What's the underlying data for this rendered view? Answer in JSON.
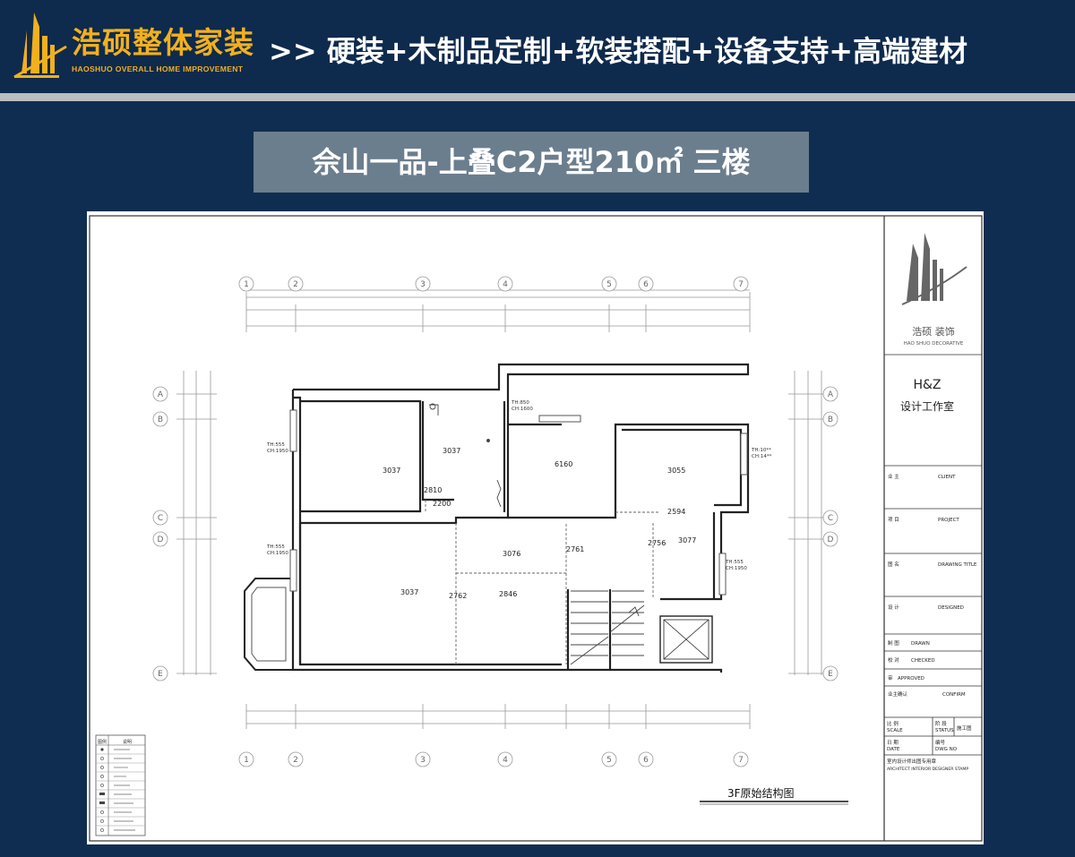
{
  "header": {
    "brand_cn": "浩硕整体家装",
    "brand_en": "HAOSHUO OVERALL HOME IMPROVEMENT",
    "slogan": ">> 硬装+木制品定制+软装搭配+设备支持+高端建材"
  },
  "title": "佘山一品-上叠C2户型210㎡ 三楼",
  "drawing": {
    "grid_labels_x": [
      "1",
      "2",
      "3",
      "4",
      "5",
      "6",
      "7"
    ],
    "grid_labels_y": [
      "A",
      "B",
      "C",
      "D",
      "E"
    ],
    "rooms": [
      {
        "area": "3037"
      },
      {
        "area": "3037"
      },
      {
        "area": "6160"
      },
      {
        "area": "3055"
      },
      {
        "area": "2810"
      },
      {
        "area": "2200"
      },
      {
        "area": "2594"
      },
      {
        "area": "3076"
      },
      {
        "area": "2761"
      },
      {
        "area": "2756"
      },
      {
        "area": "3077"
      },
      {
        "area": "3037"
      },
      {
        "area": "2762"
      },
      {
        "area": "2846"
      }
    ],
    "window_notes": [
      {
        "th": "TH:850",
        "ch": "CH:1600"
      },
      {
        "th": "TH:555",
        "ch": "CH:1950"
      },
      {
        "th": "TH:555",
        "ch": "CH:1950"
      },
      {
        "th": "TH:10**",
        "ch": "CH:14**"
      },
      {
        "th": "TH:555",
        "ch": "CH:1950"
      }
    ],
    "drawing_caption": "3F原始结构图",
    "legend_headers": [
      "图例",
      "说明"
    ]
  },
  "title_block": {
    "logo_cn": "浩硕 装饰",
    "logo_en": "HAO SHUO DECORATIVE",
    "studio": "H&Z",
    "studio_cn": "设计工作室",
    "fields": [
      {
        "cn": "业 主",
        "en": "CLIENT"
      },
      {
        "cn": "项 目",
        "en": "PROJECT"
      },
      {
        "cn": "图 名",
        "en": "DRAWING TITLE"
      },
      {
        "cn": "设 计",
        "en": "DESIGNED"
      },
      {
        "cn": "制 图",
        "en": "DRAWN"
      },
      {
        "cn": "校 对",
        "en": "CHECKED"
      },
      {
        "cn": "审",
        "en": "APPROVED"
      },
      {
        "cn": "业主确认",
        "en": "CONFIRM"
      }
    ],
    "scale_cn": "比 例",
    "scale_en": "SCALE",
    "status_cn": "阶 段",
    "status_en": "STATUS",
    "status_val": "施工图",
    "date_cn": "日 期",
    "date_en": "DATE",
    "dwg_cn": "编号",
    "dwg_en": "DWG NO",
    "stamp_cn": "室内设计师出图专用章",
    "stamp_en": "ARCHITECT INTERIOR DESIGNER STAMP"
  },
  "colors": {
    "background": "#0f2d50",
    "brand_gold": "#f2b01e",
    "title_box": "#6b7e8e"
  }
}
